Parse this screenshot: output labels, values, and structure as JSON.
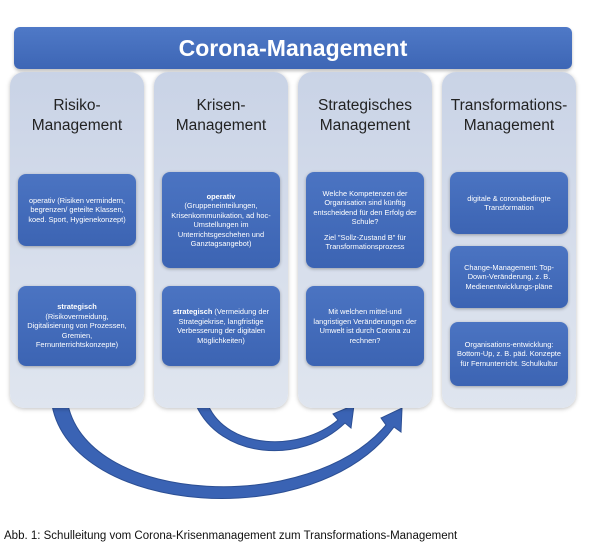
{
  "banner_title": "Corona-Management",
  "columns": [
    {
      "title": "Risiko-\nManagement",
      "boxes": [
        {
          "bold_text": "",
          "text": "operativ (Risiken vermindern, begrenzen/ geteilte Klassen, koed. Sport, Hygienekonzept)"
        },
        {
          "bold_text": "strategisch",
          "text": "(Risikovermeidung, Digitalisierung von Prozessen, Gremien, Fernunterrichtskonzepte)"
        }
      ]
    },
    {
      "title": "Krisen-\nManagement",
      "boxes": [
        {
          "bold_text": "operativ",
          "text": "(Gruppeneinteilungen, Krisenkommunikation, ad hoc- Umstellungen im Unterrichtsgeschehen und Ganztagsangebot)"
        },
        {
          "bold_text": "strategisch",
          "text": "(Vermeidung der Strategiekrise, langfristige Verbesserung der digitalen Möglichkeiten)"
        }
      ]
    },
    {
      "title": "Strategisches\nManagement",
      "boxes": [
        {
          "text": "Welche Kompetenzen der Organisation sind künftig entscheidend für den Erfolg der Schule?",
          "text2": "Ziel \"Sollz-Zustand B\" für Transformationsprozess"
        },
        {
          "text": "Mit welchen mittel-und langristigen Veränderungen der Umwelt ist durch Corona zu rechnen?"
        }
      ]
    },
    {
      "title": "Transformations-\nManagement",
      "boxes": [
        {
          "text": "digitale & coronabedingte Transformation"
        },
        {
          "text": "Change-Management: Top-Down-Veränderung, z. B. Medienentwicklungs-pläne"
        },
        {
          "text": "Organisations-entwicklung: Bottom-Up, z. B. päd. Konzepte für Fernunterricht. Schulkultur"
        }
      ]
    }
  ],
  "caption": "Abb. 1: Schulleitung vom Corona-Krisenmanagement zum Transformations-Management",
  "colors": {
    "banner": "#3f68b8",
    "box": "#4169b8",
    "column": "#d3dbea",
    "arrow": "#3a63b4"
  }
}
